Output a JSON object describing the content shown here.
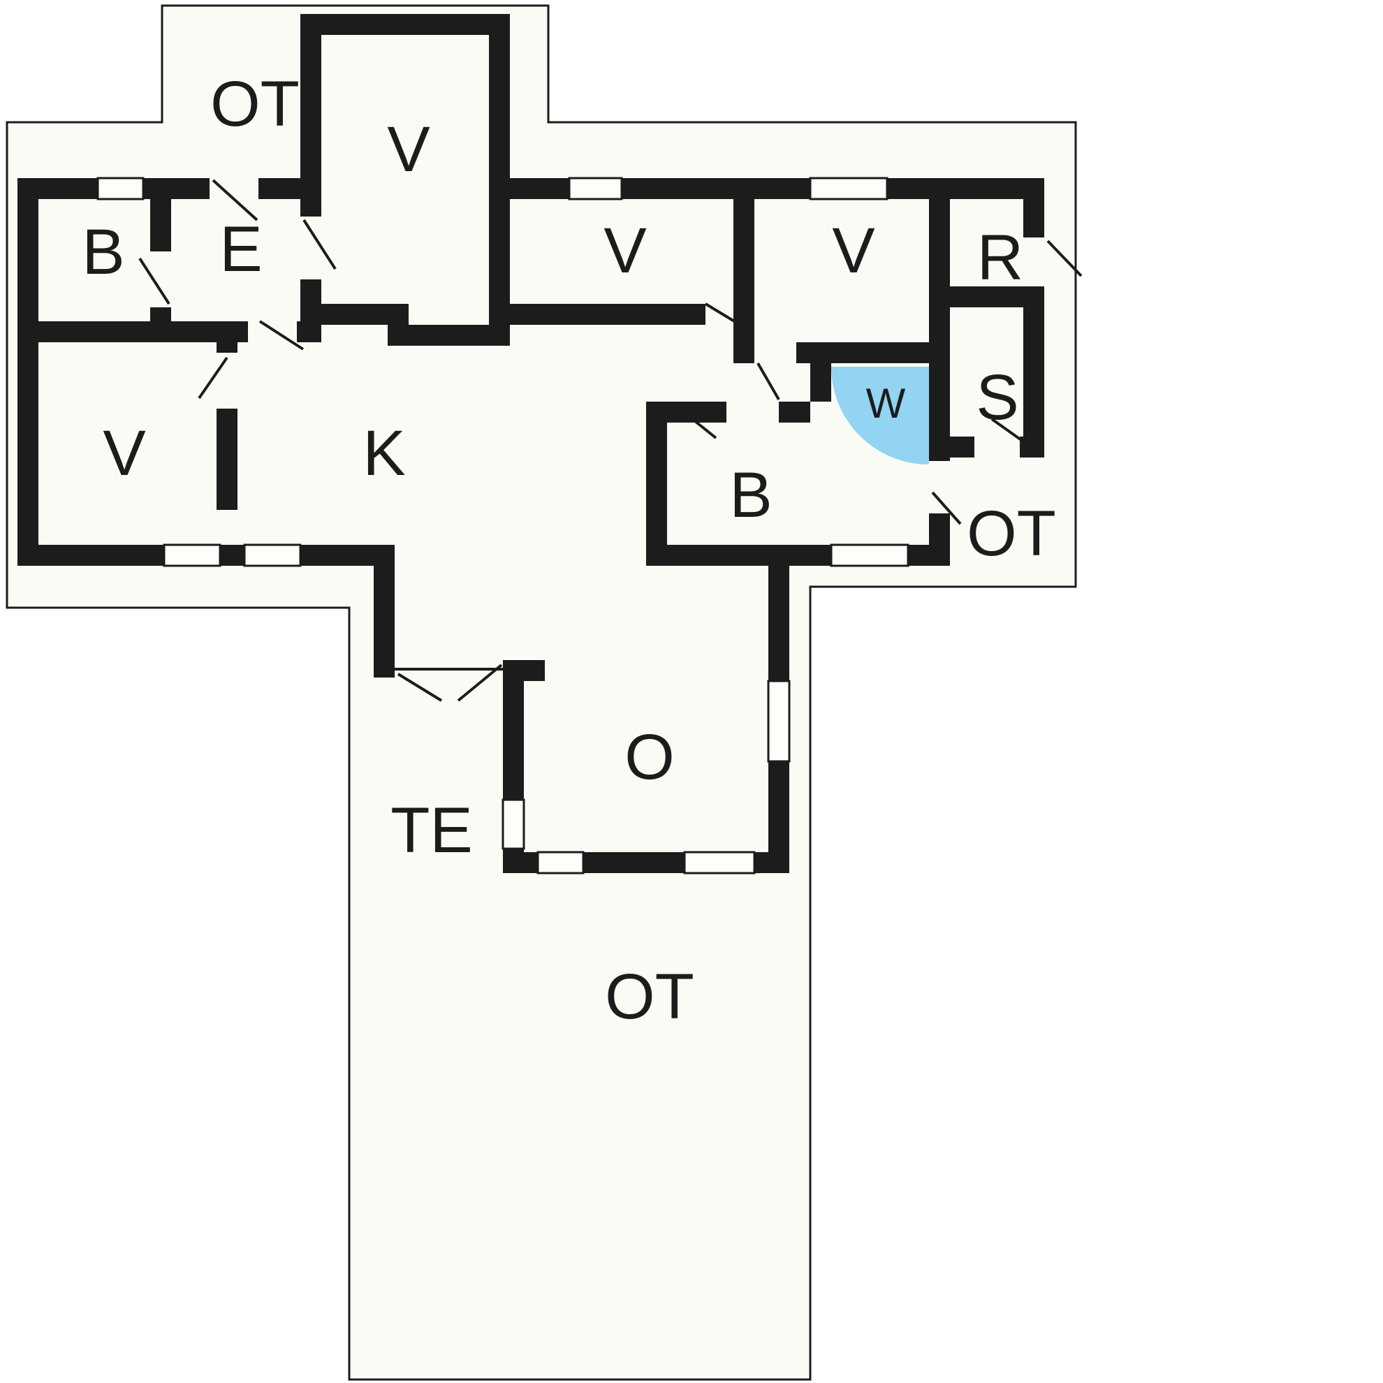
{
  "colors": {
    "wall": "#1c1c1c",
    "floor": "#fbfbf5",
    "background": "#ffffff",
    "shower": "#92d4f2",
    "line": "#1c1c1c"
  },
  "labels": {
    "ot_top": "OT",
    "v_top": "V",
    "b_left": "B",
    "e": "E",
    "v1": "V",
    "v2": "V",
    "r": "R",
    "v_left": "V",
    "k": "K",
    "w": "W",
    "s": "S",
    "b_right": "B",
    "ot_right": "OT",
    "te": "TE",
    "o": "O",
    "ot_bottom": "OT"
  }
}
